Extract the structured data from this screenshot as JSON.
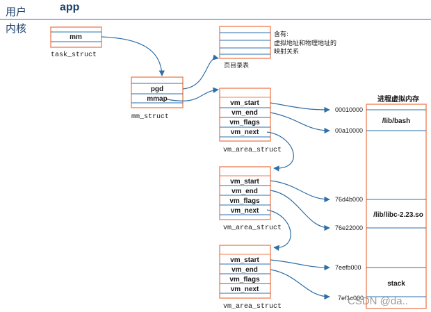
{
  "header": {
    "user_space": "用户",
    "app": "app",
    "kernel_space": "内核"
  },
  "task_struct": {
    "field": "mm",
    "caption": "task_struct"
  },
  "mm_struct": {
    "fields": [
      "pgd",
      "mmap"
    ],
    "caption": "mm_struct"
  },
  "page_table": {
    "caption": "页目录表",
    "note": [
      "含有:",
      "虚拟地址和物理地址的",
      "映射关系"
    ]
  },
  "vm_areas": [
    {
      "fields": [
        "vm_start",
        "vm_end",
        "vm_flags",
        "vm_next"
      ],
      "caption": "vm_area_struct"
    },
    {
      "fields": [
        "vm_start",
        "vm_end",
        "vm_flags",
        "vm_next"
      ],
      "caption": "vm_area_struct"
    },
    {
      "fields": [
        "vm_start",
        "vm_end",
        "vm_flags",
        "vm_next"
      ],
      "caption": "vm_area_struct"
    }
  ],
  "process_memory": {
    "title": "进程虚拟内存",
    "regions": [
      "/lib/bash",
      "/lib/libc-2.23.so",
      "stack"
    ],
    "addresses": [
      "00010000",
      "00a10000",
      "76d4b000",
      "76e22000",
      "7eefb000",
      "7ef1c000"
    ]
  },
  "watermark": "CSDN @da..",
  "colors": {
    "box_border": "#ee7b4f",
    "separator": "#2a6fb0",
    "arrow": "#2f6ea6",
    "heading": "#1b3f6b"
  }
}
